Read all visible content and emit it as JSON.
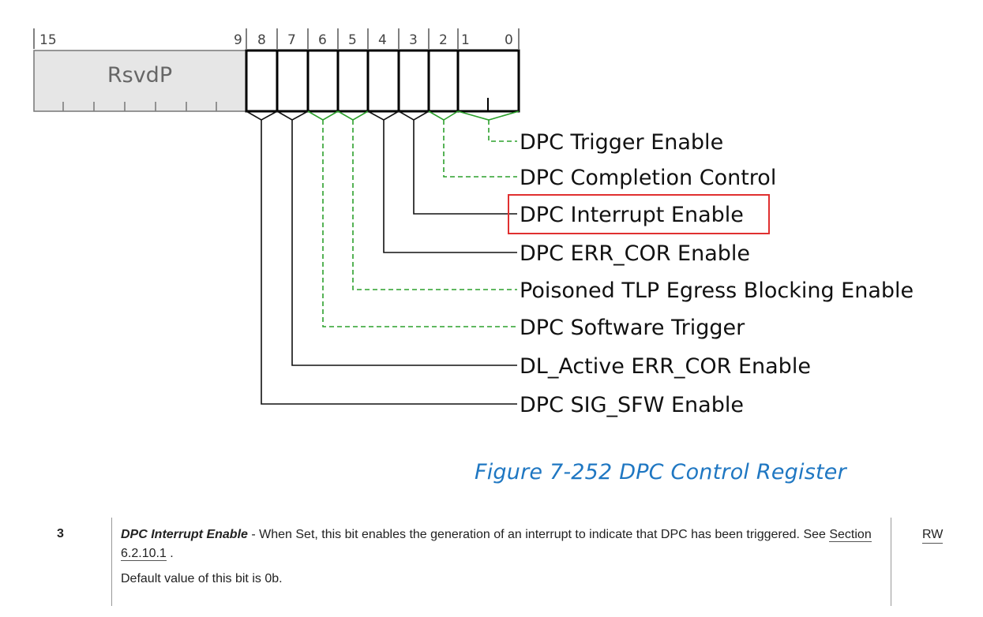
{
  "register": {
    "bit_labels": [
      "15",
      "9",
      "8",
      "7",
      "6",
      "5",
      "4",
      "3",
      "2",
      "1",
      "0"
    ],
    "reserved_label": "RsvdP"
  },
  "fields": [
    {
      "text": "DPC Trigger Enable",
      "style": "dashed",
      "color": "#2ca02c"
    },
    {
      "text": "DPC Completion Control",
      "style": "dashed",
      "color": "#2ca02c"
    },
    {
      "text": "DPC Interrupt Enable",
      "style": "solid",
      "color": "#111111",
      "highlighted": true
    },
    {
      "text": "DPC ERR_COR Enable",
      "style": "solid",
      "color": "#111111"
    },
    {
      "text": "Poisoned TLP Egress Blocking Enable",
      "style": "dashed",
      "color": "#2ca02c"
    },
    {
      "text": "DPC Software Trigger",
      "style": "dashed",
      "color": "#2ca02c"
    },
    {
      "text": "DL_Active ERR_COR Enable",
      "style": "solid",
      "color": "#111111"
    },
    {
      "text": "DPC SIG_SFW Enable",
      "style": "solid",
      "color": "#111111"
    }
  ],
  "highlight_color": "#e03030",
  "caption": "Figure 7-252 DPC Control Register",
  "description": {
    "bit": "3",
    "term": "DPC Interrupt Enable",
    "text_before_link": " - When Set, this bit enables the generation of an interrupt to indicate that DPC has been triggered. See ",
    "link": "Section 6.2.10.1",
    "text_after_link": " .",
    "default_text": "Default value of this bit is 0b.",
    "attribute": "RW"
  }
}
